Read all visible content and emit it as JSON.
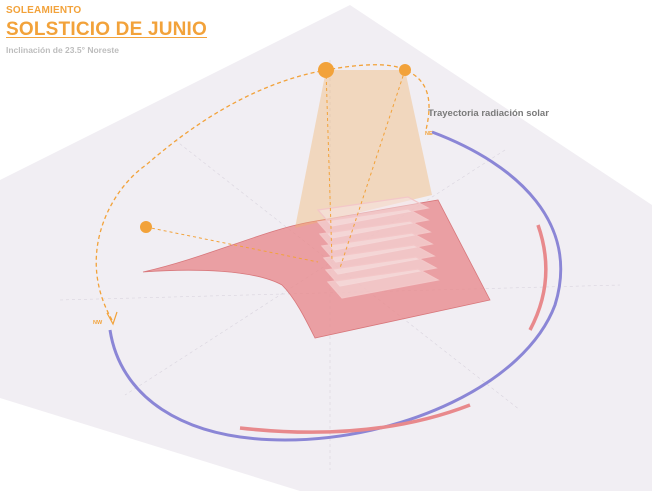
{
  "header": {
    "kicker": "SOLEAMIENTO",
    "title": "SOLSTICIO DE JUNIO",
    "subtitle": "Inclinación de 23.5° Noreste"
  },
  "annotations": {
    "trajectory_label": "Trayectoria radiación solar",
    "sunrise_mark": "NE",
    "sunset_mark": "NW"
  },
  "colors": {
    "accent": "#f2a23a",
    "site_fill": "#e8898c",
    "ground": "#f1eef3",
    "path_blue": "#8b86d6",
    "path_red": "#e8898c",
    "text_gray": "#7a7a7a"
  }
}
